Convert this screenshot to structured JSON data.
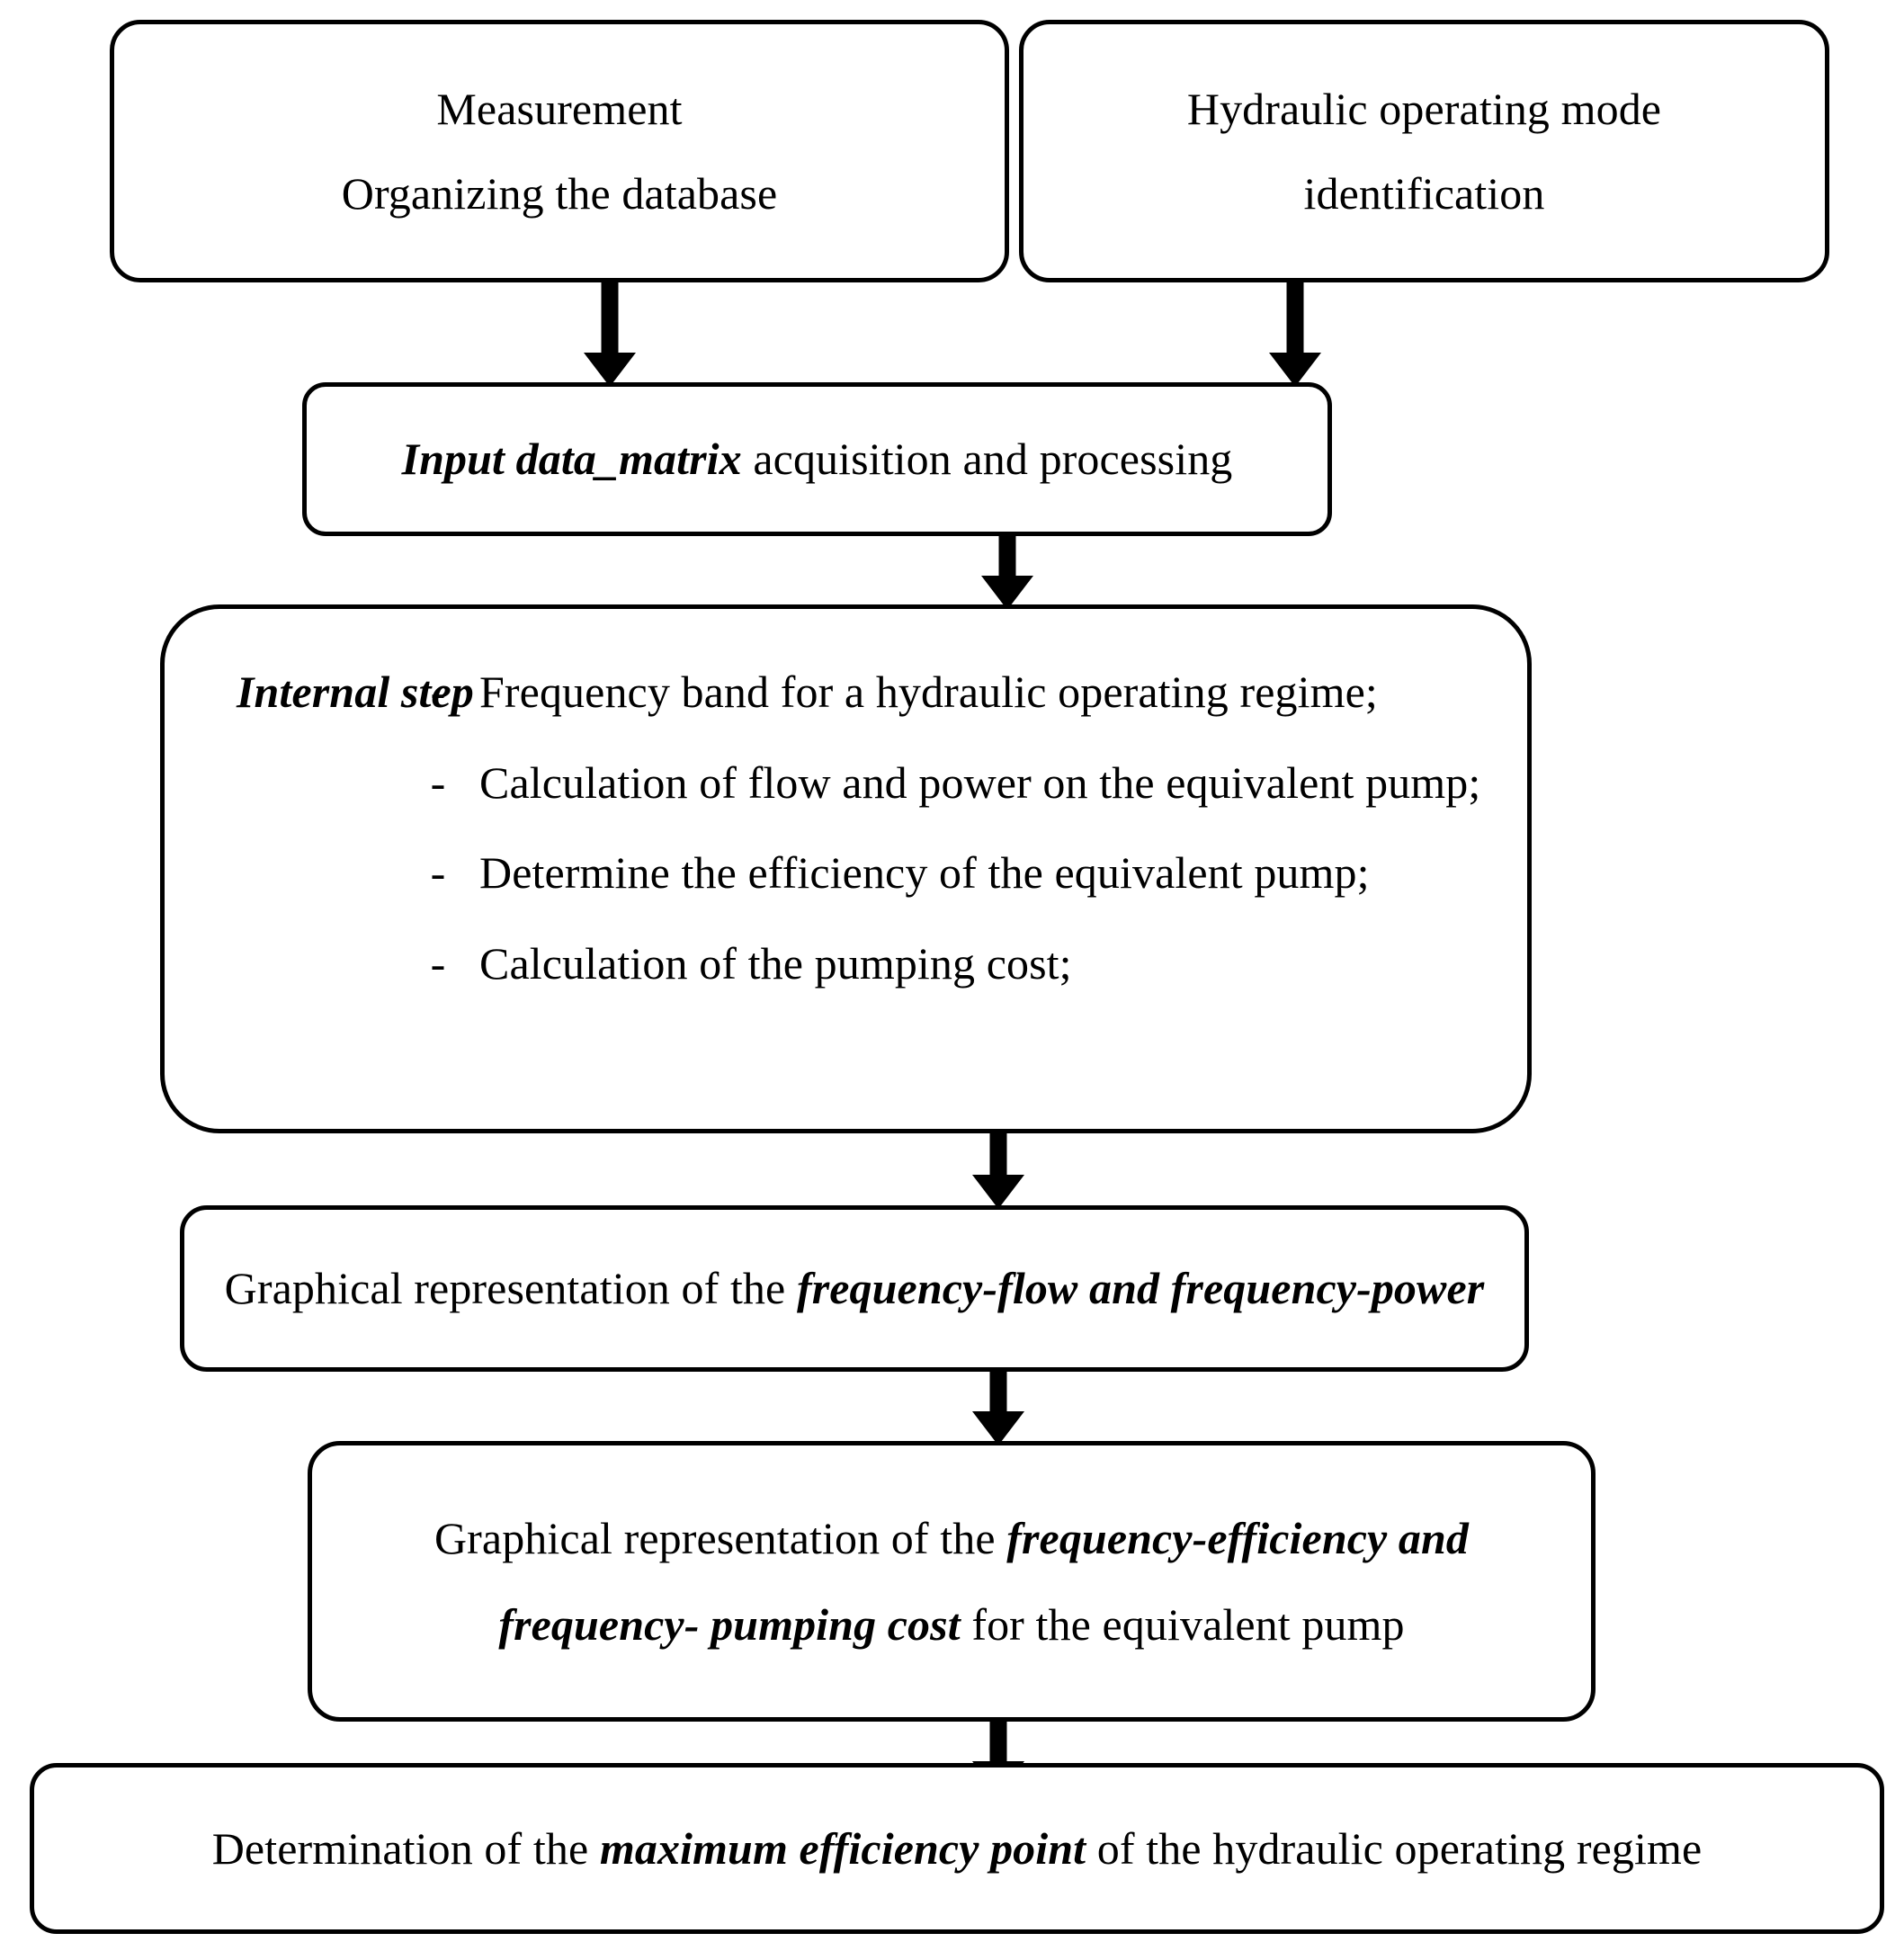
{
  "diagram": {
    "type": "flowchart",
    "orientation": "top-to-bottom",
    "nodes": [
      {
        "id": "measurement",
        "lines": [
          "Measurement",
          "Organizing the database"
        ]
      },
      {
        "id": "hydraulic",
        "lines": [
          "Hydraulic operating mode",
          "identification"
        ]
      },
      {
        "id": "input",
        "italic_part": "Input data_matrix",
        "plain_part": " acquisition and processing"
      },
      {
        "id": "internal",
        "head_label": "Internal step",
        "dash": "-",
        "steps": [
          "Frequency band for a hydraulic operating regime;",
          "Calculation of flow and power on the equivalent pump;",
          "Determine the efficiency of the equivalent pump;",
          "Calculation of the pumping cost;"
        ]
      },
      {
        "id": "graph1",
        "plain_pre": "Graphical representation of the ",
        "italic_part": "frequency-flow and frequency-power"
      },
      {
        "id": "graph2",
        "line1_plain_pre": "Graphical representation of the ",
        "line1_italic": "frequency-efficiency and",
        "line2_italic": "frequency- pumping cost",
        "line2_plain_post": " for the equivalent pump"
      },
      {
        "id": "final",
        "plain_pre": "Determination of the ",
        "italic_part": "maximum efficiency point",
        "plain_post": " of the hydraulic operating regime"
      }
    ],
    "edges": [
      {
        "from": "measurement",
        "to": "input",
        "label": ""
      },
      {
        "from": "hydraulic",
        "to": "input",
        "label": ""
      },
      {
        "from": "input",
        "to": "internal",
        "label": ""
      },
      {
        "from": "internal",
        "to": "graph1",
        "label": ""
      },
      {
        "from": "graph1",
        "to": "graph2",
        "label": ""
      },
      {
        "from": "graph2",
        "to": "final",
        "label": ""
      }
    ],
    "colors": {
      "border": "#000000",
      "background": "#ffffff",
      "text": "#000000",
      "arrow": "#000000"
    }
  }
}
